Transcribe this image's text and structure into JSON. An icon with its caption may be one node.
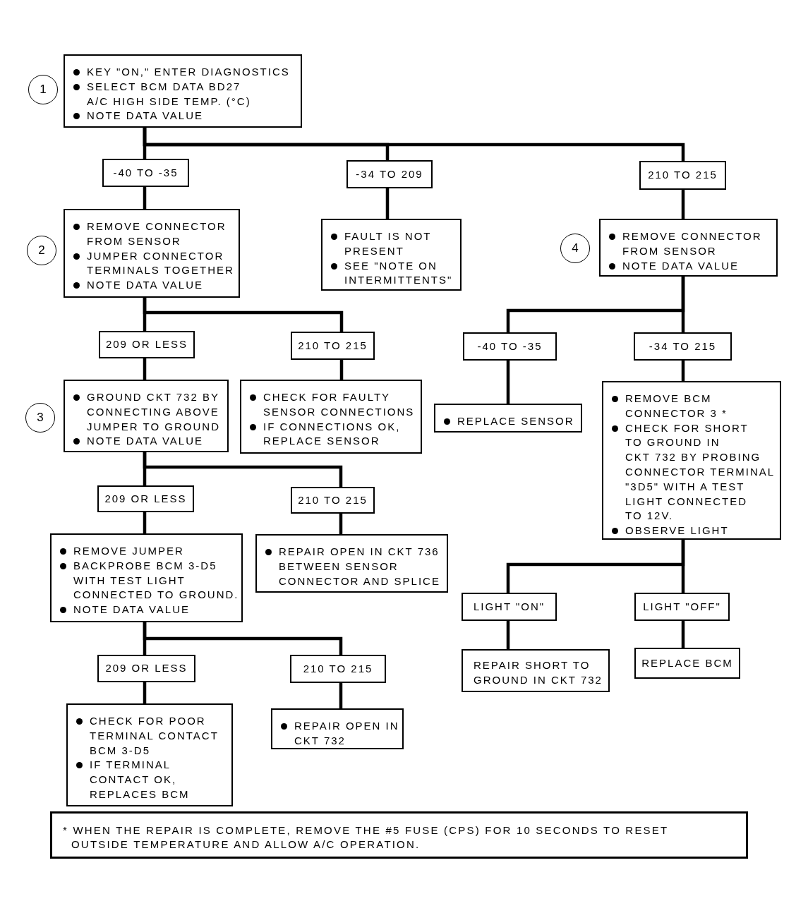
{
  "diagram": {
    "nodes": [
      {
        "text": [
          "1"
        ]
      },
      {
        "text": [
          "KEY \"ON,\" ENTER DIAGNOSTICS",
          "SELECT BCM DATA BD27 A/C HIGH SIDE TEMP. (°C)",
          "NOTE DATA VALUE"
        ]
      },
      {
        "text": [
          "-40 TO -35"
        ]
      },
      {
        "text": [
          "-34 TO 209"
        ]
      },
      {
        "text": [
          "210 TO 215"
        ]
      },
      {
        "text": [
          "2"
        ]
      },
      {
        "text": [
          "REMOVE CONNECTOR FROM SENSOR",
          "JUMPER CONNECTOR TERMINALS TOGETHER",
          "NOTE DATA VALUE"
        ]
      },
      {
        "text": [
          "FAULT IS NOT PRESENT",
          "SEE \"NOTE ON INTERMITTENTS\""
        ]
      },
      {
        "text": [
          "4"
        ]
      },
      {
        "text": [
          "REMOVE CONNECTOR FROM SENSOR",
          "NOTE DATA VALUE"
        ]
      },
      {
        "text": [
          "209 OR LESS"
        ]
      },
      {
        "text": [
          "210 TO 215"
        ]
      },
      {
        "text": [
          "-40 TO -35"
        ]
      },
      {
        "text": [
          "-34 TO 215"
        ]
      },
      {
        "text": [
          "3"
        ]
      },
      {
        "text": [
          "GROUND CKT 732 BY CONNECTING ABOVE JUMPER TO GROUND",
          "NOTE DATA VALUE"
        ]
      },
      {
        "text": [
          "CHECK FOR FAULTY SENSOR CONNECTIONS",
          "IF CONNECTIONS OK, REPLACE SENSOR"
        ]
      },
      {
        "text": [
          "REPLACE SENSOR"
        ]
      },
      {
        "text": [
          "REMOVE BCM CONNECTOR 3 *",
          "CHECK FOR SHORT TO GROUND IN CKT 732 BY PROBING CONNECTOR TERMINAL \"3D5\" WITH A TEST LIGHT CONNECTED TO 12V.",
          "OBSERVE LIGHT"
        ]
      },
      {
        "text": [
          "209 OR LESS"
        ]
      },
      {
        "text": [
          "210 TO 215"
        ]
      },
      {
        "text": [
          "REMOVE JUMPER",
          "BACKPROBE BCM 3-D5 WITH TEST LIGHT CONNECTED TO GROUND.",
          "NOTE DATA VALUE"
        ]
      },
      {
        "text": [
          "REPAIR OPEN IN CKT 736 BETWEEN SENSOR CONNECTOR AND SPLICE"
        ]
      },
      {
        "text": [
          "LIGHT \"ON\""
        ]
      },
      {
        "text": [
          "LIGHT \"OFF\""
        ]
      },
      {
        "text": [
          "209 OR LESS"
        ]
      },
      {
        "text": [
          "210 TO 215"
        ]
      },
      {
        "text": [
          "REPAIR SHORT TO GROUND IN CKT 732"
        ]
      },
      {
        "text": [
          "REPLACE BCM"
        ]
      },
      {
        "text": [
          "CHECK FOR POOR TERMINAL CONTACT BCM 3-D5",
          "IF TERMINAL CONTACT OK, REPLACES BCM"
        ]
      },
      {
        "text": [
          "REPAIR OPEN IN CKT 732"
        ]
      },
      {
        "text": [
          "* WHEN THE REPAIR IS COMPLETE, REMOVE THE #5 FUSE (CPS) FOR 10 SECONDS TO RESET OUTSIDE TEMPERATURE AND ALLOW A/C OPERATION."
        ]
      }
    ],
    "edges": [
      {
        "from": 1,
        "to": 2,
        "arrow": "none"
      },
      {
        "from": 1,
        "to": 3,
        "arrow": "none"
      },
      {
        "from": 1,
        "to": 4,
        "arrow": "none"
      },
      {
        "from": 2,
        "to": 6,
        "arrow": "none"
      },
      {
        "from": 3,
        "to": 7,
        "arrow": "none"
      },
      {
        "from": 4,
        "to": 9,
        "arrow": "none"
      },
      {
        "from": 6,
        "to": 10,
        "arrow": "none"
      },
      {
        "from": 6,
        "to": 11,
        "arrow": "none"
      },
      {
        "from": 9,
        "to": 12,
        "arrow": "none"
      },
      {
        "from": 9,
        "to": 13,
        "arrow": "none"
      },
      {
        "from": 10,
        "to": 15,
        "arrow": "none"
      },
      {
        "from": 11,
        "to": 16,
        "arrow": "none"
      },
      {
        "from": 12,
        "to": 17,
        "arrow": "none"
      },
      {
        "from": 13,
        "to": 18,
        "arrow": "none"
      },
      {
        "from": 15,
        "to": 19,
        "arrow": "none"
      },
      {
        "from": 15,
        "to": 20,
        "arrow": "none"
      },
      {
        "from": 18,
        "to": 23,
        "arrow": "none"
      },
      {
        "from": 18,
        "to": 24,
        "arrow": "none"
      },
      {
        "from": 19,
        "to": 21,
        "arrow": "none"
      },
      {
        "from": 20,
        "to": 22,
        "arrow": "none"
      },
      {
        "from": 23,
        "to": 27,
        "arrow": "none"
      },
      {
        "from": 24,
        "to": 28,
        "arrow": "none"
      },
      {
        "from": 21,
        "to": 25,
        "arrow": "none"
      },
      {
        "from": 21,
        "to": 26,
        "arrow": "none"
      },
      {
        "from": 25,
        "to": 29,
        "arrow": "none"
      },
      {
        "from": 26,
        "to": 30,
        "arrow": "none"
      }
    ]
  }
}
